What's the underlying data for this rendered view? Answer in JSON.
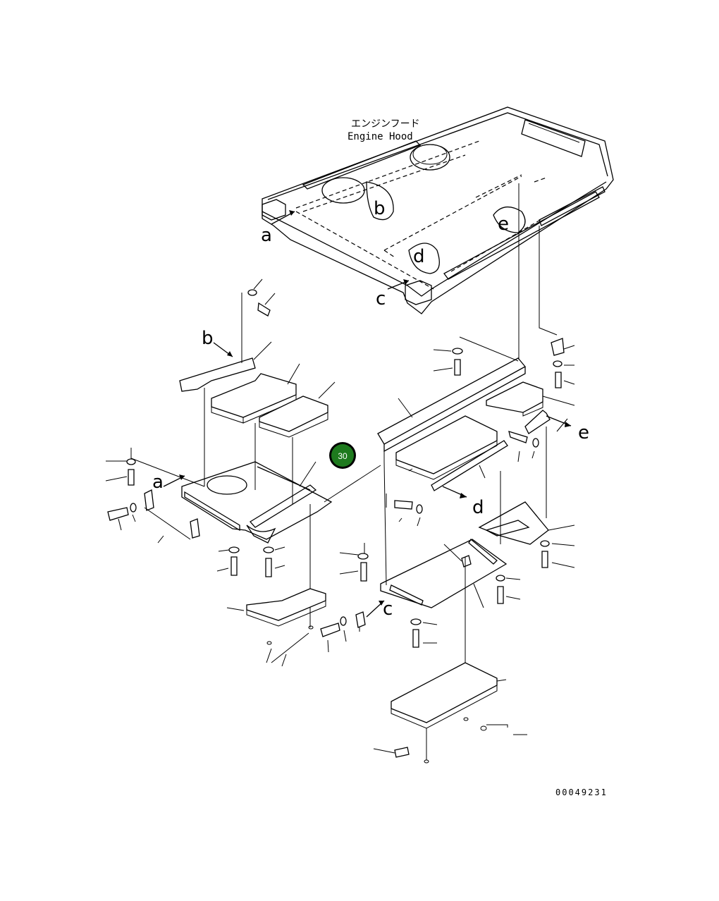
{
  "labels": {
    "hood_jp": "エンジンフード",
    "hood_en": "Engine Hood",
    "drawing_no": "00049231"
  },
  "letters": {
    "a1": "a",
    "b1": "b",
    "c1": "c",
    "d1": "d",
    "e1": "e",
    "a2": "a",
    "b2": "b",
    "c2": "c",
    "d2": "d",
    "e2": "e"
  },
  "callout": {
    "number": "30",
    "color": "#1e7a1e",
    "ring": "#000000"
  }
}
